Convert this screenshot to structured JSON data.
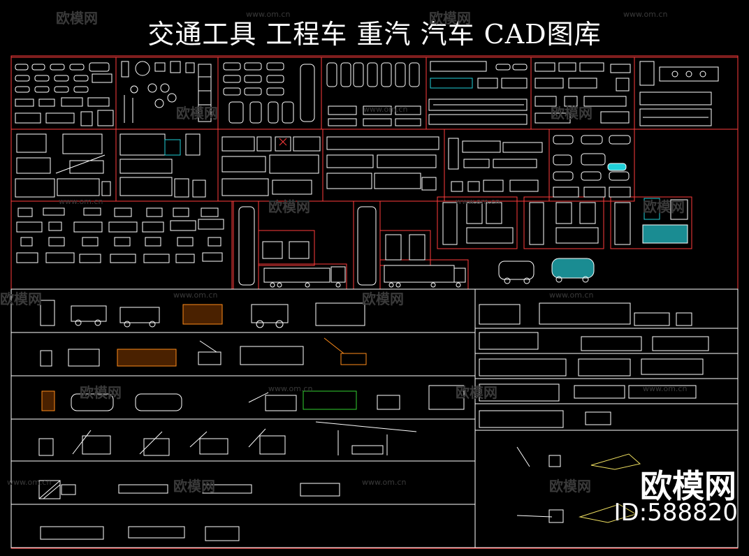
{
  "title": "交通工具  工程车  重汽  汽车  CAD图库",
  "watermark": {
    "brand": "欧模网",
    "url": "www.om.cn",
    "corner_brand": "欧模网",
    "corner_id": "ID:588820"
  },
  "colors": {
    "background": "#000000",
    "frame_red": "#ff3b3b",
    "frame_white": "#ffffff",
    "vehicle_white": "#ffffff",
    "vehicle_orange": "#ff8c1a",
    "vehicle_green": "#32d12f",
    "vehicle_cyan": "#20d0d8",
    "watermark": "#3a3a3a"
  }
}
